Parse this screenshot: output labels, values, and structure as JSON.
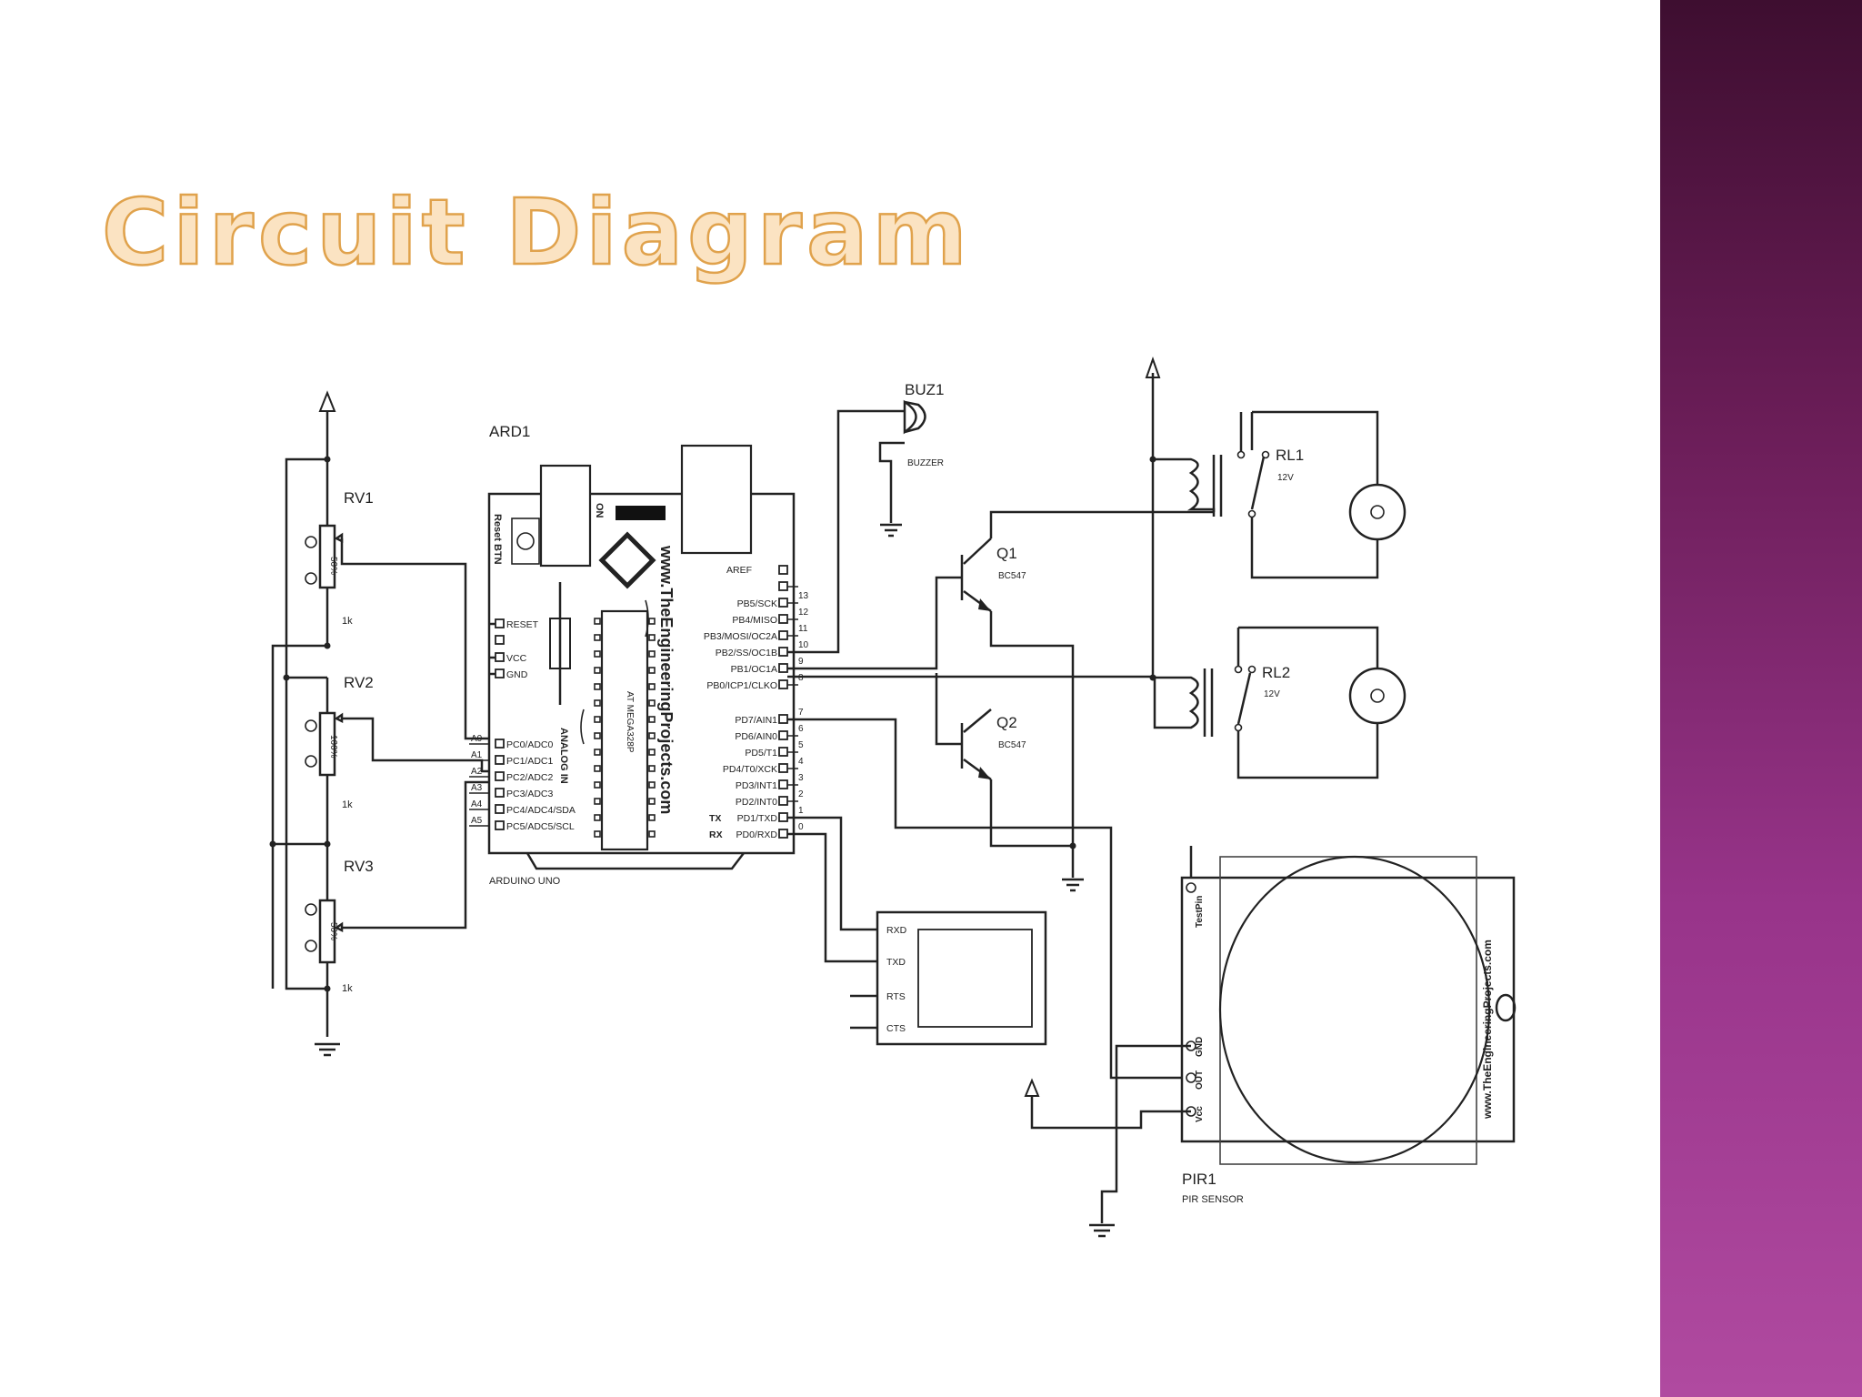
{
  "slide": {
    "title": "Circuit Diagram",
    "sidebar_color": "#6a1d57",
    "title_color": "#e0a24c"
  },
  "diagram": {
    "arduino": {
      "ref": "ARD1",
      "name": "ARDUINO UNO",
      "reset_label": "Reset BTN",
      "on_label": "ON",
      "website": "www.TheEngineeringProjects.com",
      "chip": "AT MEGA328P",
      "analog_label": "ANALOG IN",
      "left_pins": [
        "RESET",
        "VCC",
        "GND"
      ],
      "analog_pins": [
        {
          "name": "A0",
          "label": "PC0/ADC0"
        },
        {
          "name": "A1",
          "label": "PC1/ADC1"
        },
        {
          "name": "A2",
          "label": "PC2/ADC2"
        },
        {
          "name": "A3",
          "label": "PC3/ADC3"
        },
        {
          "name": "A4",
          "label": "PC4/ADC4/SDA"
        },
        {
          "name": "A5",
          "label": "PC5/ADC5/SCL"
        }
      ],
      "aref": "AREF",
      "digital_high": [
        {
          "num": "13",
          "label": "PB5/SCK"
        },
        {
          "num": "12",
          "label": "PB4/MISO"
        },
        {
          "num": "11",
          "label": "PB3/MOSI/OC2A"
        },
        {
          "num": "10",
          "label": "PB2/SS/OC1B"
        },
        {
          "num": "9",
          "label": "PB1/OC1A"
        },
        {
          "num": "8",
          "label": "PB0/ICP1/CLKO"
        }
      ],
      "digital_low": [
        {
          "num": "7",
          "label": "PD7/AIN1"
        },
        {
          "num": "6",
          "label": "PD6/AIN0"
        },
        {
          "num": "5",
          "label": "PD5/T1"
        },
        {
          "num": "4",
          "label": "PD4/T0/XCK"
        },
        {
          "num": "3",
          "label": "PD3/INT1"
        },
        {
          "num": "2",
          "label": "PD2/INT0"
        },
        {
          "num": "1",
          "label": "PD1/TXD"
        },
        {
          "num": "0",
          "label": "PD0/RXD"
        }
      ],
      "tx": "TX",
      "rx": "RX"
    },
    "pots": [
      {
        "ref": "RV1",
        "value": "1k",
        "pct": "50%"
      },
      {
        "ref": "RV2",
        "value": "1k",
        "pct": "100%"
      },
      {
        "ref": "RV3",
        "value": "1k",
        "pct": "50%"
      }
    ],
    "buzzer": {
      "ref": "BUZ1",
      "type": "BUZZER"
    },
    "transistors": [
      {
        "ref": "Q1",
        "part": "BC547"
      },
      {
        "ref": "Q2",
        "part": "BC547"
      }
    ],
    "relays": [
      {
        "ref": "RL1",
        "voltage": "12V"
      },
      {
        "ref": "RL2",
        "voltage": "12V"
      }
    ],
    "serial": {
      "pins": [
        "RXD",
        "TXD",
        "RTS",
        "CTS"
      ]
    },
    "pir": {
      "ref": "PIR1",
      "type": "PIR SENSOR",
      "pins": [
        "TestPin",
        "GND",
        "OUT",
        "Vcc"
      ],
      "website": "www.TheEngineeringProjects.com"
    }
  }
}
